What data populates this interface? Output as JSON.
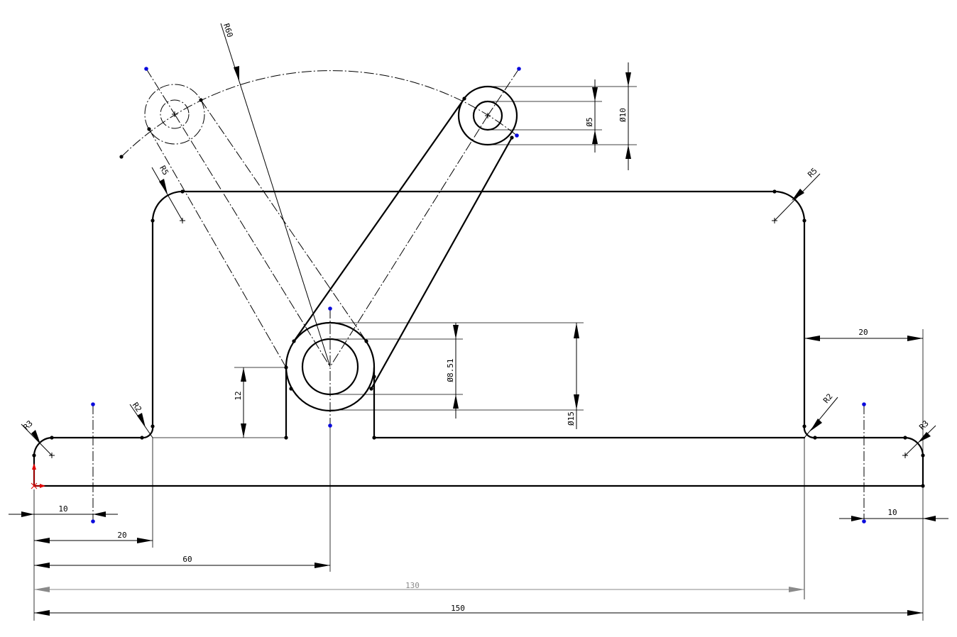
{
  "drawing": {
    "dimensions": {
      "d_10_left": "10",
      "d_20_left": "20",
      "d_60": "60",
      "d_130": "130",
      "d_150": "150",
      "d_20_right": "20",
      "d_10_right": "10",
      "d_12": "12",
      "d_phi5": "Ø5",
      "d_phi10": "Ø10",
      "d_phi8_51": "Ø8.51",
      "d_phi15": "Ø15",
      "r_60": "R60",
      "r_5_left": "R5",
      "r_5_right": "R5",
      "r_2_left": "R2",
      "r_2_right": "R2",
      "r_3_left": "R3",
      "r_3_right": "R3"
    },
    "colors": {
      "geometry": "#000000",
      "reference_dim": "#8a8a8a",
      "point_marker": "#0a0adc",
      "origin_marker": "#e00000"
    }
  }
}
